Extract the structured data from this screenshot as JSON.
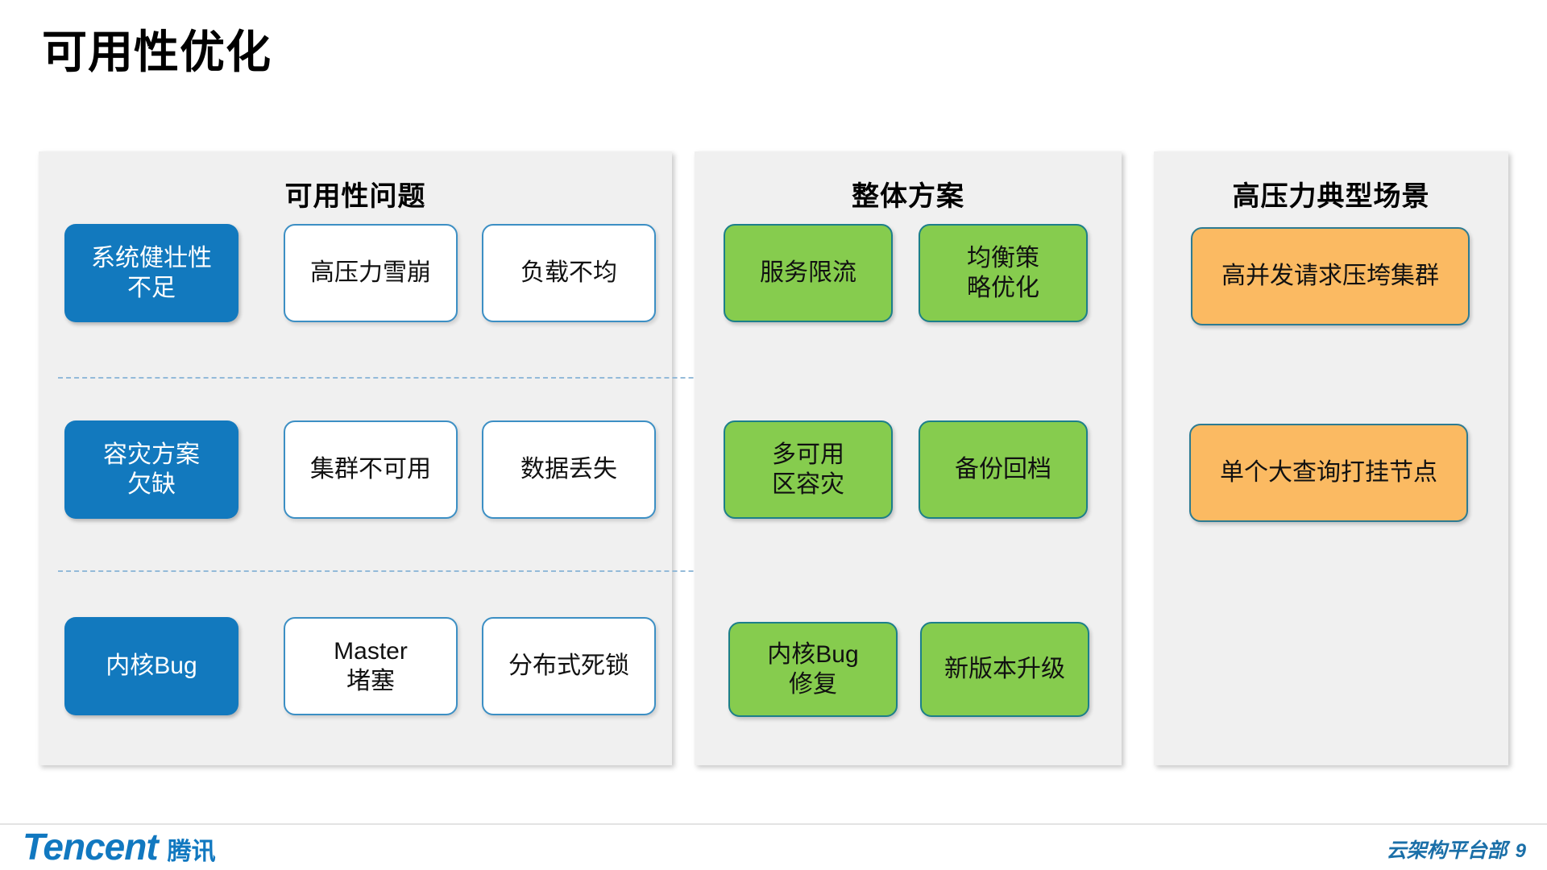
{
  "slide": {
    "title": "可用性优化",
    "page_number": "9"
  },
  "colors": {
    "blue": "#1279be",
    "green": "#86cc4e",
    "orange": "#fbba62",
    "panel_bg": "#f0f0f0",
    "white_box_border": "#3c8fc4",
    "separator": "#8fb8d8",
    "brand": "#1178c0"
  },
  "panels": {
    "problems": {
      "title": "可用性问题",
      "rows": [
        {
          "category": "系统健壮性\n不足",
          "items": [
            "高压力雪崩",
            "负载不均"
          ]
        },
        {
          "category": "容灾方案\n欠缺",
          "items": [
            "集群不可用",
            "数据丢失"
          ]
        },
        {
          "category": "内核Bug",
          "items": [
            "Master\n堵塞",
            "分布式死锁"
          ]
        }
      ]
    },
    "solution": {
      "title": "整体方案",
      "rows": [
        {
          "items": [
            "服务限流",
            "均衡策\n略优化"
          ]
        },
        {
          "items": [
            "多可用\n区容灾",
            "备份回档"
          ]
        },
        {
          "items": [
            "内核Bug\n修复",
            "新版本升级"
          ]
        }
      ]
    },
    "scenario": {
      "title": "高压力典型场景",
      "rows": [
        {
          "items": [
            "高并发请求压垮集群"
          ]
        },
        {
          "items": [
            "单个大查询打挂节点"
          ]
        },
        {
          "items": []
        }
      ]
    }
  },
  "footer": {
    "brand_en": "Tencent",
    "brand_cn": "腾讯",
    "department": "云架构平台部",
    "page_number": "9"
  }
}
